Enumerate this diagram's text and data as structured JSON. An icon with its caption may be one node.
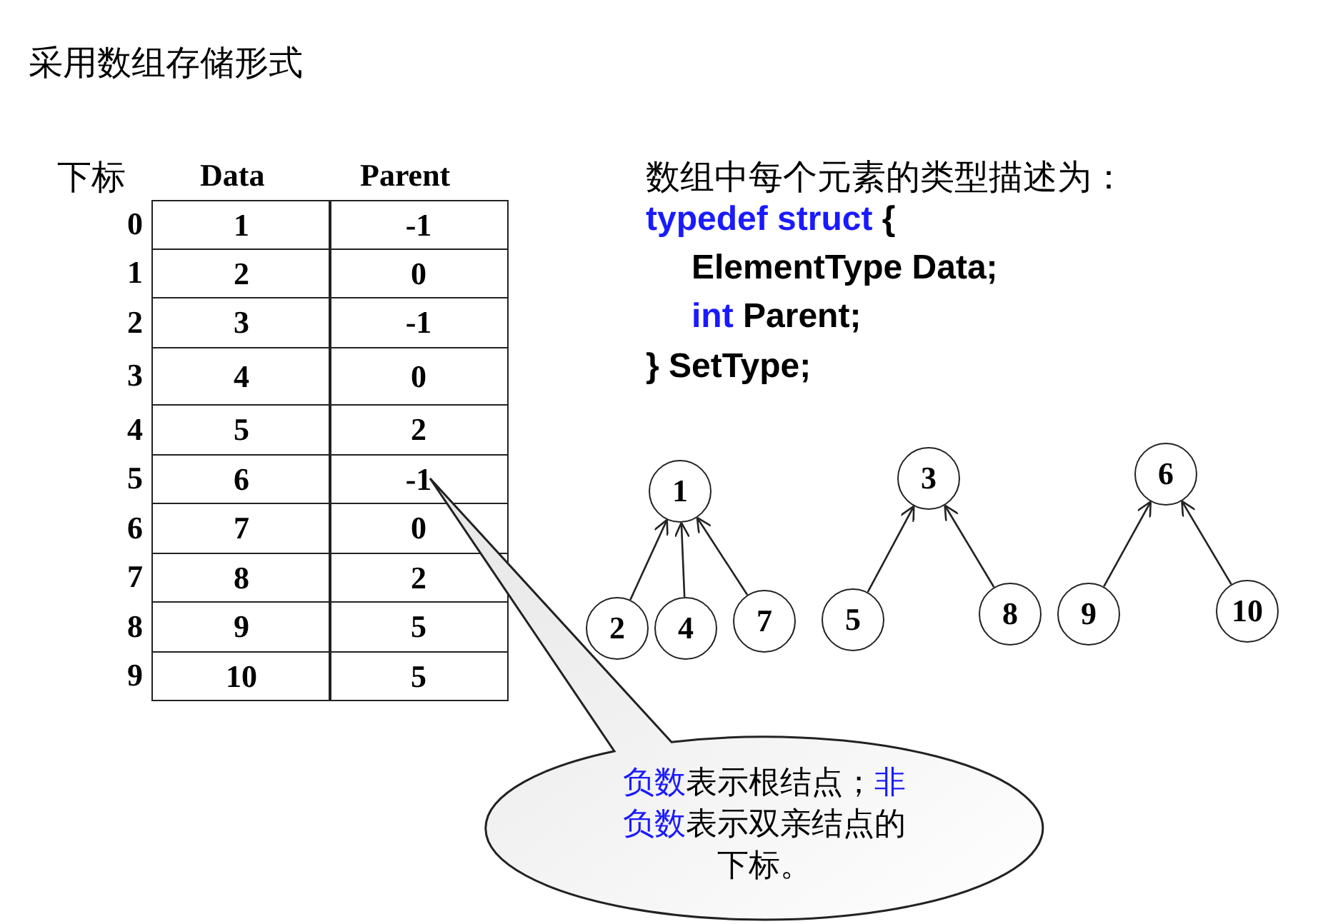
{
  "diagram": {
    "title": "采用数组存储形式",
    "nodes": [
      {
        "text": [
          "1"
        ]
      },
      {
        "text": [
          "3"
        ]
      },
      {
        "text": [
          "6"
        ]
      },
      {
        "text": [
          "2"
        ]
      },
      {
        "text": [
          "4"
        ]
      },
      {
        "text": [
          "7"
        ]
      },
      {
        "text": [
          "5"
        ]
      },
      {
        "text": [
          "8"
        ]
      },
      {
        "text": [
          "9"
        ]
      },
      {
        "text": [
          "10"
        ]
      },
      {
        "text": [
          "**负数**表示根结点；**非负数**表示双亲结点的下标。"
        ]
      }
    ],
    "edges": [
      {
        "from": 3,
        "to": 0,
        "arrow": "to"
      },
      {
        "from": 4,
        "to": 0,
        "arrow": "to"
      },
      {
        "from": 5,
        "to": 0,
        "arrow": "to"
      },
      {
        "from": 6,
        "to": 1,
        "arrow": "to"
      },
      {
        "from": 7,
        "to": 1,
        "arrow": "to"
      },
      {
        "from": 8,
        "to": 2,
        "arrow": "to"
      },
      {
        "from": 9,
        "to": 2,
        "arrow": "to"
      }
    ],
    "labels": [
      "下标",
      "Data",
      "Parent",
      "0",
      "1",
      "-1",
      "1",
      "2",
      "0",
      "2",
      "3",
      "-1",
      "3",
      "4",
      "0",
      "4",
      "5",
      "2",
      "5",
      "6",
      "-1",
      "6",
      "7",
      "0",
      "7",
      "8",
      "2",
      "8",
      "9",
      "5",
      "9",
      "10",
      "5",
      "数组中每个元素的类型描述为：",
      "**typedef struct** {",
      "ElementType Data;",
      "**int** Parent;",
      "} SetType;"
    ]
  }
}
